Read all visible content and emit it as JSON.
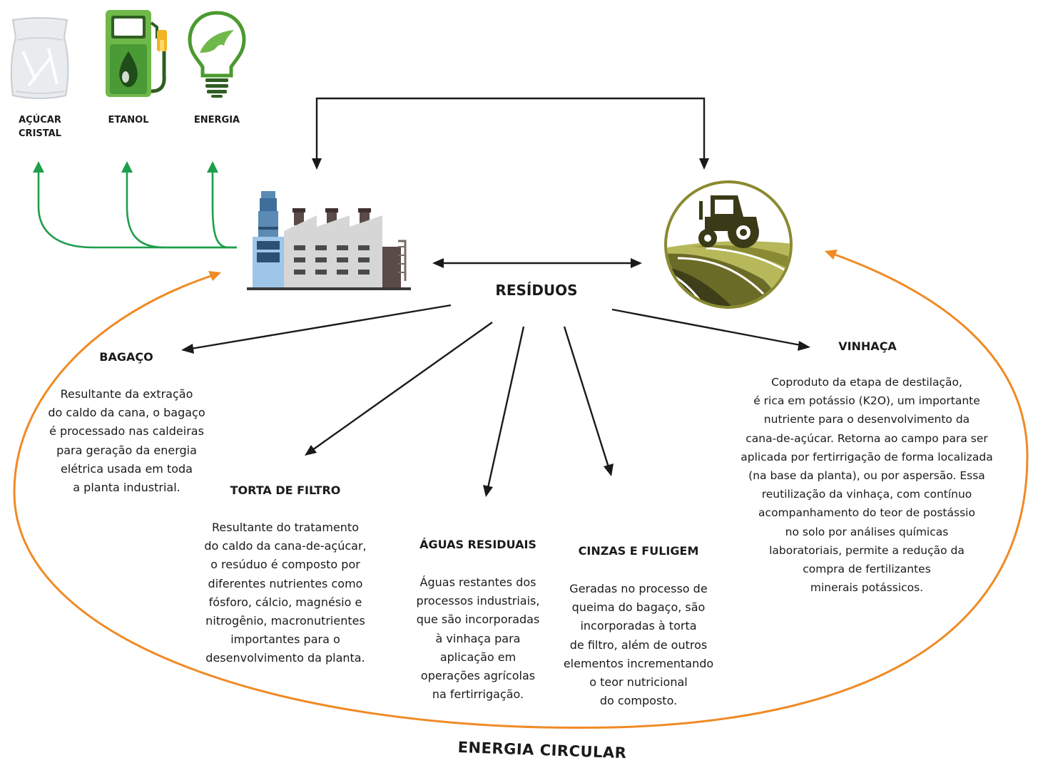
{
  "products": {
    "sugar": {
      "label_line1": "AÇÚCAR",
      "label_line2": "CRISTAL"
    },
    "ethanol": {
      "label": "ETANOL"
    },
    "energy": {
      "label": "ENERGIA"
    }
  },
  "center": {
    "label": "RESÍDUOS"
  },
  "footer": {
    "label": "ENERGIA CIRCULAR"
  },
  "residues": {
    "bagaco": {
      "title": "BAGAÇO",
      "lines": [
        "Resultante da extração",
        "do caldo  da cana, o bagaço",
        "é processado  nas caldeiras",
        "para geração da  energia",
        "elétrica usada em toda",
        "a planta industrial."
      ]
    },
    "torta": {
      "title": "TORTA DE FILTRO",
      "lines": [
        "Resultante do tratamento",
        "do caldo da cana-de-açúcar,",
        "o resúduo é composto por",
        "diferentes nutrientes como",
        "fósforo, cálcio, magnésio e",
        "nitrogênio, macronutrientes",
        "importantes para o",
        "desenvolvimento da planta."
      ]
    },
    "aguas": {
      "title": "ÁGUAS RESIDUAIS",
      "lines": [
        "Águas restantes dos",
        "processos industriais,",
        "que são incorporadas",
        "à vinhaça para",
        "aplicação em",
        "operações agrícolas",
        "na fertirrigação."
      ]
    },
    "cinzas": {
      "title": "CINZAS E FULIGEM",
      "lines": [
        "Geradas no processo de",
        "queima do bagaço, são",
        "incorporadas à torta",
        "de filtro, além de outros",
        "elementos incrementando",
        "o teor nutricional",
        "do composto."
      ]
    },
    "vinhaca": {
      "title": "VINHAÇA",
      "lines": [
        "Coproduto da etapa de destilação,",
        "é rica em potássio (K2O), um importante",
        "nutriente  para o desenvolvimento da",
        "cana-de-açúcar. Retorna ao campo para ser",
        "aplicada por  fertirrigação de forma  localizada",
        "(na base da planta), ou por aspersão.  Essa",
        "reutilização da vinhaça, com contínuo",
        "acompanhamento do teor de postássio",
        "no solo por análises químicas",
        "laboratoriais, permite a redução da",
        "compra  de fertilizantes",
        "minerais  potássicos."
      ]
    }
  },
  "icons": [
    "sugar-bag-icon",
    "fuel-pump-icon",
    "light-bulb-icon",
    "factory-icon",
    "tractor-field-icon"
  ],
  "colors": {
    "green_arrows": "#1e9e4a",
    "orange_cycle": "#f08a24",
    "black_arrows": "#1a1a1a",
    "pump_green": "#6fb84a",
    "bulb_green": "#4a9a2e",
    "field_olive": "#7a7a2e"
  }
}
